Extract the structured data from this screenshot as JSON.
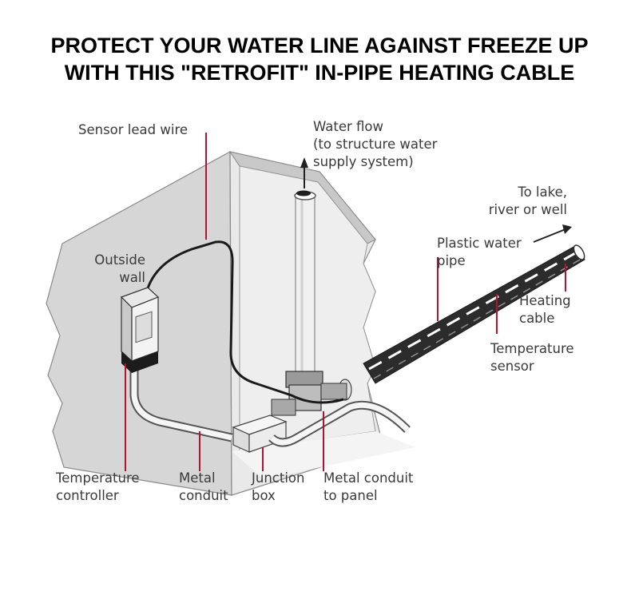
{
  "title": {
    "line1": "PROTECT YOUR WATER LINE AGAINST FREEZE UP",
    "line2": "WITH THIS \"RETROFIT\" IN-PIPE HEATING CABLE"
  },
  "labels": {
    "sensor_lead_wire": "Sensor lead wire",
    "water_flow": [
      "Water flow",
      "(to structure water",
      "supply system)"
    ],
    "to_lake": [
      "To lake,",
      "river or well"
    ],
    "plastic_pipe": [
      "Plastic water",
      "pipe"
    ],
    "outside_wall": [
      "Outside",
      "wall"
    ],
    "heating_cable": [
      "Heating",
      "cable"
    ],
    "temperature_sensor": [
      "Temperature",
      "sensor"
    ],
    "temperature_controller": [
      "Temperature",
      "controller"
    ],
    "metal_conduit": [
      "Metal",
      "conduit"
    ],
    "junction_box": [
      "Junction",
      "box"
    ],
    "metal_conduit_panel": [
      "Metal conduit",
      "to panel"
    ]
  },
  "colors": {
    "leader": "#b5122f",
    "wall": "#d9d9d9",
    "wall_edge": "#7a7a7a",
    "pipe_dark": "#2f2f2f"
  }
}
